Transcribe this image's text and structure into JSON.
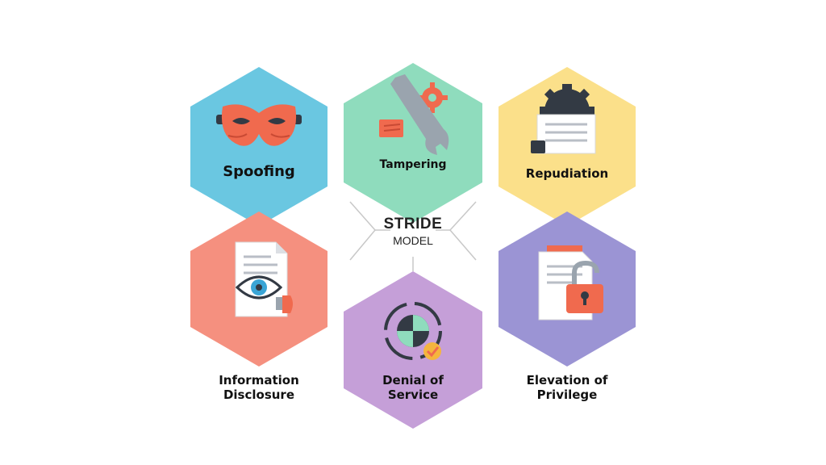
{
  "center": {
    "title": "STRIDE",
    "subtitle": "MODEL"
  },
  "colors": {
    "spoofing": "#6ac7e1",
    "tampering": "#8fdcbd",
    "repudiation": "#fbe08a",
    "information_disclosure": "#f5907f",
    "denial_of_service": "#c59fd8",
    "elevation_of_privilege": "#9b94d4",
    "connector": "#c8c8c8"
  },
  "categories": [
    {
      "key": "spoofing",
      "label": "Spoofing",
      "icon": "mask-icon"
    },
    {
      "key": "tampering",
      "label": "Tampering",
      "icon": "wrench-gear-icon"
    },
    {
      "key": "repudiation",
      "label": "Repudiation",
      "icon": "gear-document-icon"
    },
    {
      "key": "information_disclosure",
      "line1": "Information",
      "line2": "Disclosure",
      "icon": "eye-document-icon"
    },
    {
      "key": "denial_of_service",
      "line1": "Denial of",
      "line2": "Service",
      "icon": "cycle-icon"
    },
    {
      "key": "elevation_of_privilege",
      "line1": "Elevation of",
      "line2": "Privilege",
      "icon": "unlocked-padlock-icon"
    }
  ]
}
